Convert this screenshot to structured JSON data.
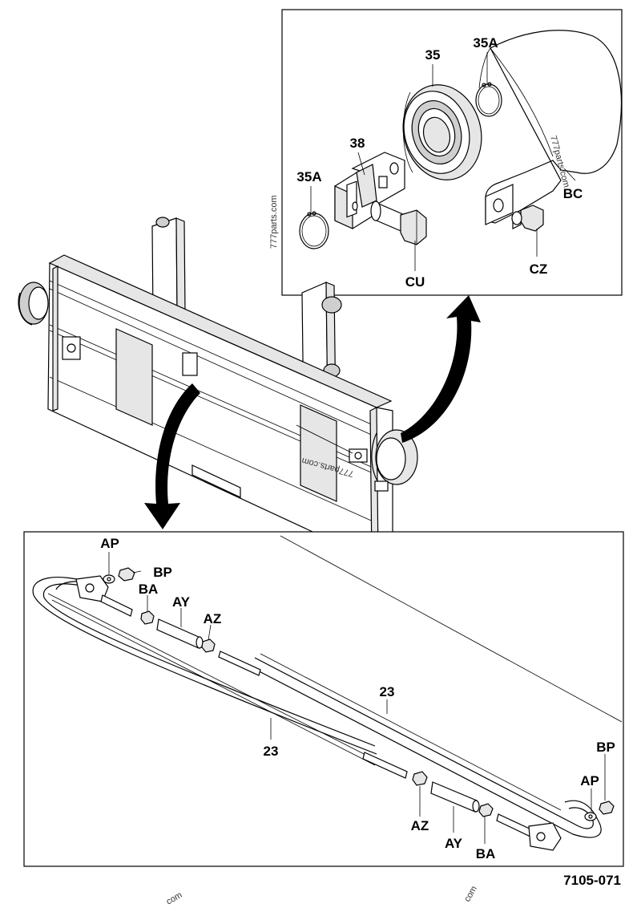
{
  "diagram": {
    "figure_number": "7105-071",
    "watermarks": {
      "top_box": "777parts.com",
      "guard": "777parts.com",
      "center": "777parts.com",
      "bottom_left": "com",
      "bottom_right": "com"
    },
    "top_box": {
      "callouts": {
        "c35": "35",
        "c35a_top": "35A",
        "c38": "38",
        "c35a_left": "35A",
        "bc": "BC",
        "cu": "CU",
        "cz": "CZ"
      }
    },
    "bottom_box": {
      "callouts": {
        "ap_left": "AP",
        "bp_left": "BP",
        "ba_left": "BA",
        "ay_left": "AY",
        "az_left": "AZ",
        "c23_upper": "23",
        "c23_lower": "23",
        "bp_right": "BP",
        "ap_right": "AP",
        "az_right": "AZ",
        "ay_right": "AY",
        "ba_right": "BA"
      }
    }
  }
}
